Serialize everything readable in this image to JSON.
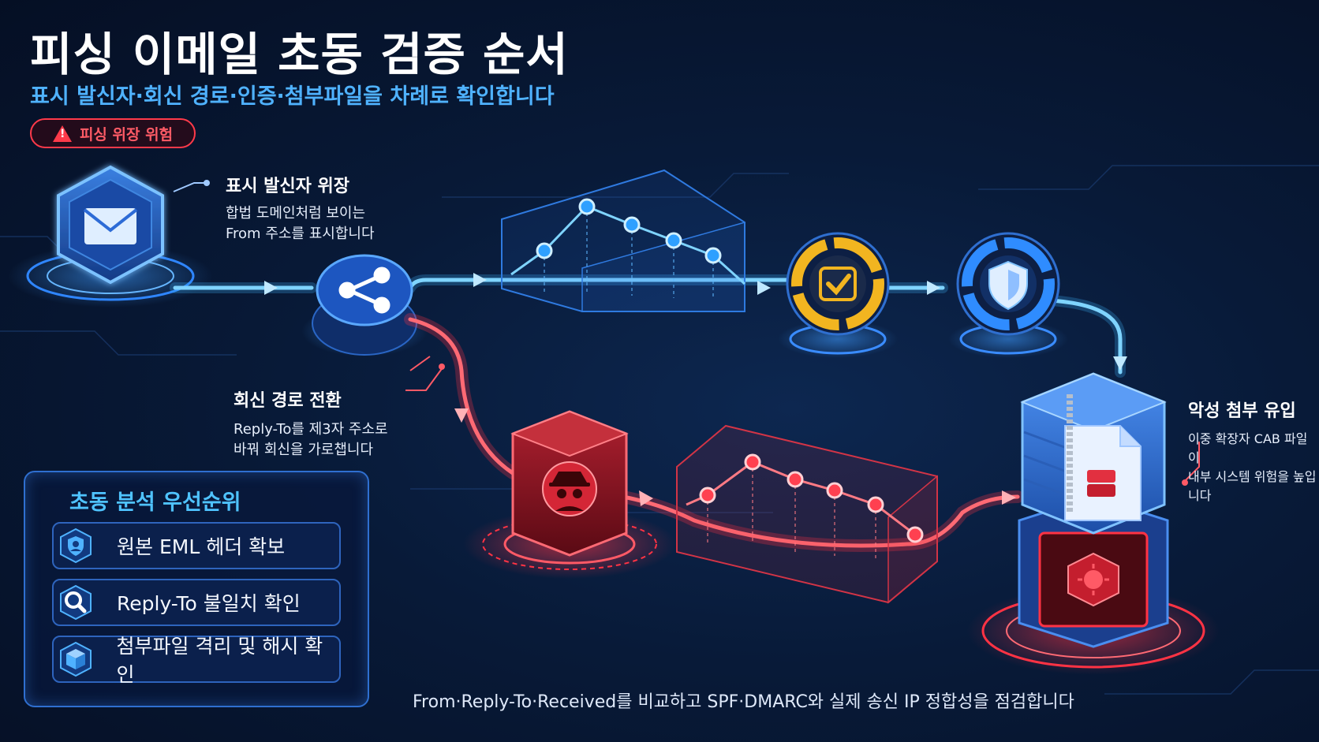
{
  "header": {
    "title": "피싱 이메일 초동 검증 순서",
    "subtitle": "표시 발신자·회신 경로·인증·첨부파일을 차례로 확인합니다",
    "warning_badge": "피싱 위장 위험"
  },
  "callouts": {
    "sender_spoof": {
      "title": "표시 발신자 위장",
      "lines": [
        "합법 도메인처럼 보이는",
        "From 주소를 표시합니다"
      ]
    },
    "reply_redirect": {
      "title": "회신 경로 전환",
      "lines": [
        "Reply-To를 제3자 주소로",
        "바꿔 회신을 가로챕니다"
      ]
    },
    "malicious_attachment": {
      "title": "악성 첨부 유입",
      "lines": [
        "이중 확장자 CAB 파일이",
        "내부 시스템 위험을 높입니다"
      ]
    }
  },
  "priority_panel": {
    "title": "초동 분석 우선순위",
    "items": [
      {
        "label": "원본 EML 헤더 확보",
        "icon": "shield-user-icon"
      },
      {
        "label": "Reply-To 불일치 확인",
        "icon": "magnifier-icon"
      },
      {
        "label": "첨부파일 격리 및 해시 확인",
        "icon": "package-box-icon"
      }
    ]
  },
  "footer": {
    "text": "From·Reply-To·Received를 비교하고 SPF·DMARC와 실제 송신 IP 정합성을 점검합니다"
  },
  "colors": {
    "safe_flow": "#3fb8ff",
    "threat_flow": "#ff3344",
    "verified": "#f2b520",
    "accent_text": "#4fb2ff",
    "background": "#071632"
  },
  "icons": [
    "envelope-icon",
    "share-icon",
    "check-icon",
    "shield-icon",
    "spy-icon",
    "virus-icon",
    "zip-file-icon",
    "warning-icon"
  ]
}
